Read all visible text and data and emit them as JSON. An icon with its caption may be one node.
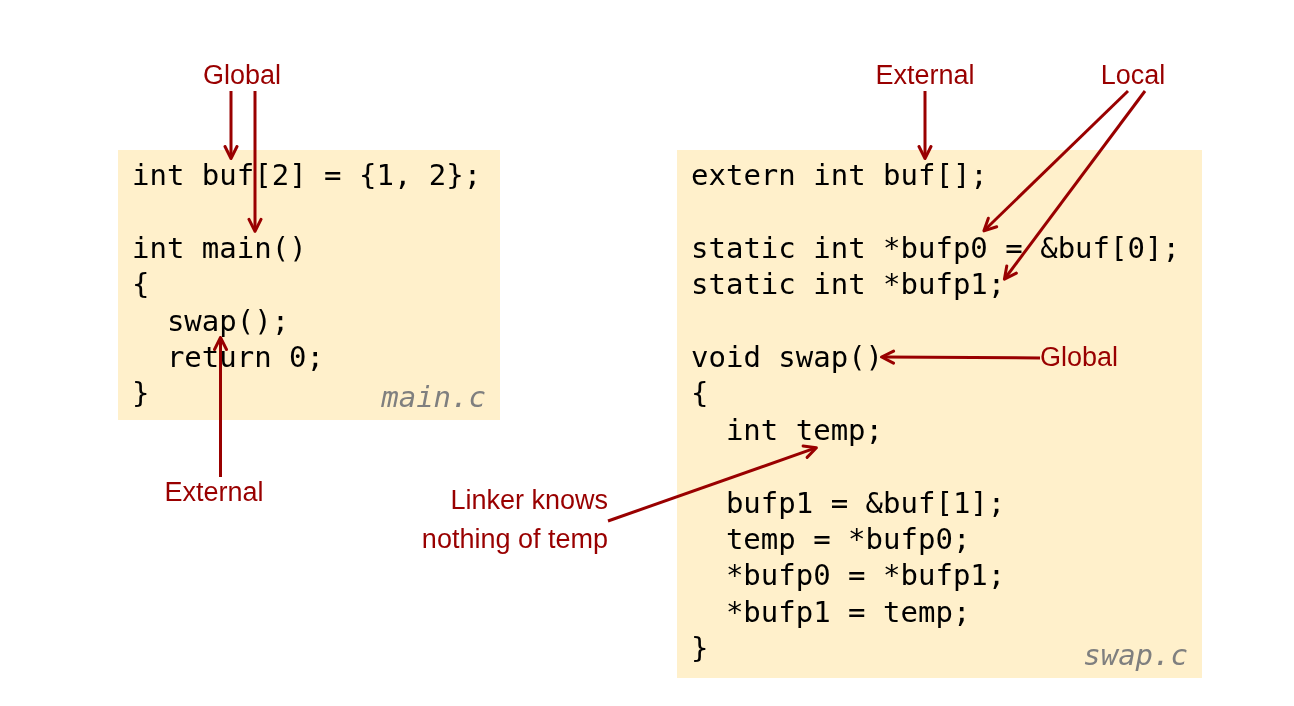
{
  "diagram": {
    "nodes": [
      {
        "text": [
          "Global"
        ]
      },
      {
        "text": [
          "External"
        ]
      },
      {
        "text": [
          "Local"
        ]
      },
      {
        "text": [
          "main.c"
        ]
      },
      {
        "text": [
          "int buf[2] = {1, 2};"
        ],
        "in": 3
      },
      {
        "text": [
          "int main()"
        ],
        "in": 3
      },
      {
        "text": [
          "{"
        ],
        "in": 3
      },
      {
        "text": [
          "swap();"
        ],
        "in": 3
      },
      {
        "text": [
          "return 0;"
        ],
        "in": 3
      },
      {
        "text": [
          "}"
        ],
        "in": 3
      },
      {
        "text": [
          "swap.c"
        ]
      },
      {
        "text": [
          "extern int buf[];"
        ],
        "in": 10
      },
      {
        "text": [
          "static int *bufp0 = &buf[0];"
        ],
        "in": 10
      },
      {
        "text": [
          "static int *bufp1;"
        ],
        "in": 10
      },
      {
        "text": [
          "void swap()"
        ],
        "in": 10
      },
      {
        "text": [
          "{"
        ],
        "in": 10
      },
      {
        "text": [
          "int temp;"
        ],
        "in": 10
      },
      {
        "text": [
          "bufp1 = &buf[1];"
        ],
        "in": 10
      },
      {
        "text": [
          "temp = *bufp0;"
        ],
        "in": 10
      },
      {
        "text": [
          "*bufp0 = *bufp1;"
        ],
        "in": 10
      },
      {
        "text": [
          "*bufp1 = temp;"
        ],
        "in": 10
      },
      {
        "text": [
          "}"
        ],
        "in": 10
      },
      {
        "text": [
          "Global"
        ],
        "in": 10
      },
      {
        "text": [
          "External"
        ]
      },
      {
        "text": [
          "Linker knows nothing of temp"
        ]
      }
    ],
    "edges": [
      {
        "from": 0,
        "to": 4,
        "arrow": "to"
      },
      {
        "from": 0,
        "to": 5,
        "arrow": "to"
      },
      {
        "from": 1,
        "to": 11,
        "arrow": "to"
      },
      {
        "from": 2,
        "to": 12,
        "arrow": "to"
      },
      {
        "from": 2,
        "to": 13,
        "arrow": "to"
      },
      {
        "from": 22,
        "to": 14,
        "arrow": "to"
      },
      {
        "from": 23,
        "to": 7,
        "arrow": "to"
      },
      {
        "from": 24,
        "to": 16,
        "arrow": "to"
      }
    ]
  }
}
